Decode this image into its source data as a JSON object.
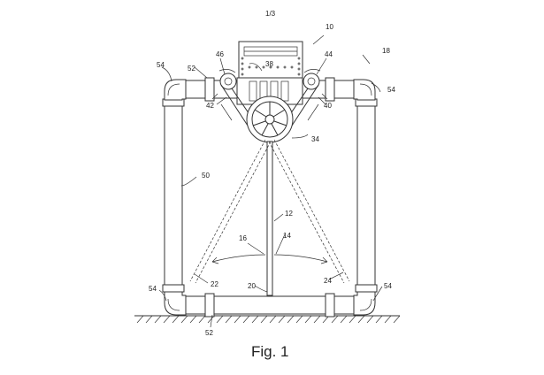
{
  "sheet_label": "1/3",
  "caption": "Fig. 1",
  "refs": {
    "r10": "10",
    "r18": "18",
    "r46": "46",
    "r38": "38",
    "r44": "44",
    "r54_tl": "54",
    "r52_top": "52",
    "r54_tr": "54",
    "r42": "42",
    "r40": "40",
    "r34": "34",
    "r50": "50",
    "r12": "12",
    "r16": "16",
    "r14": "14",
    "r22": "22",
    "r20": "20",
    "r24": "24",
    "r54_bl": "54",
    "r54_br": "54",
    "r52_bottom": "52"
  }
}
